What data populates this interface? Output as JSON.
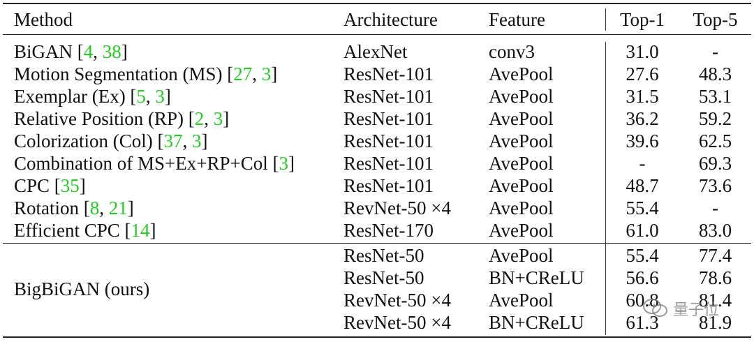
{
  "header": {
    "method": "Method",
    "architecture": "Architecture",
    "feature": "Feature",
    "top1": "Top-1",
    "top5": "Top-5"
  },
  "rows": [
    {
      "method": "BiGAN [",
      "cites": [
        "4",
        "38"
      ],
      "architecture": "AlexNet",
      "feature": "conv3",
      "top1": "31.0",
      "top5": "-"
    },
    {
      "method": "Motion Segmentation (MS) [",
      "cites": [
        "27",
        "3"
      ],
      "architecture": "ResNet-101",
      "feature": "AvePool",
      "top1": "27.6",
      "top5": "48.3"
    },
    {
      "method": "Exemplar (Ex) [",
      "cites": [
        "5",
        "3"
      ],
      "architecture": "ResNet-101",
      "feature": "AvePool",
      "top1": "31.5",
      "top5": "53.1"
    },
    {
      "method": "Relative Position (RP) [",
      "cites": [
        "2",
        "3"
      ],
      "architecture": "ResNet-101",
      "feature": "AvePool",
      "top1": "36.2",
      "top5": "59.2"
    },
    {
      "method": "Colorization (Col) [",
      "cites": [
        "37",
        "3"
      ],
      "architecture": "ResNet-101",
      "feature": "AvePool",
      "top1": "39.6",
      "top5": "62.5"
    },
    {
      "method": "Combination of MS+Ex+RP+Col [",
      "cites": [
        "3"
      ],
      "architecture": "ResNet-101",
      "feature": "AvePool",
      "top1": "-",
      "top5": "69.3"
    },
    {
      "method": "CPC [",
      "cites": [
        "35"
      ],
      "architecture": "ResNet-101",
      "feature": "AvePool",
      "top1": "48.7",
      "top5": "73.6"
    },
    {
      "method": "Rotation [",
      "cites": [
        "8",
        "21"
      ],
      "architecture": "RevNet-50 ×4",
      "feature": "AvePool",
      "top1": "55.4",
      "top5": "-"
    },
    {
      "method": "Efficient CPC [",
      "cites": [
        "14"
      ],
      "architecture": "ResNet-170",
      "feature": "AvePool",
      "top1": "61.0",
      "top5": "83.0"
    }
  ],
  "ours": {
    "method": "BigBiGAN (ours)",
    "rows": [
      {
        "architecture": "ResNet-50",
        "feature": "AvePool",
        "top1": "55.4",
        "top5": "77.4"
      },
      {
        "architecture": "ResNet-50",
        "feature": "BN+CReLU",
        "top1": "56.6",
        "top5": "78.6"
      },
      {
        "architecture": "RevNet-50 ×4",
        "feature": "AvePool",
        "top1": "60.8",
        "top5": "81.4"
      },
      {
        "architecture": "RevNet-50 ×4",
        "feature": "BN+CReLU",
        "top1": "61.3",
        "top5": "81.9"
      }
    ]
  },
  "watermark": {
    "text": "量子位",
    "icon": "wechat-icon"
  },
  "colors": {
    "citation": "#22cc22",
    "rule": "#222222"
  }
}
